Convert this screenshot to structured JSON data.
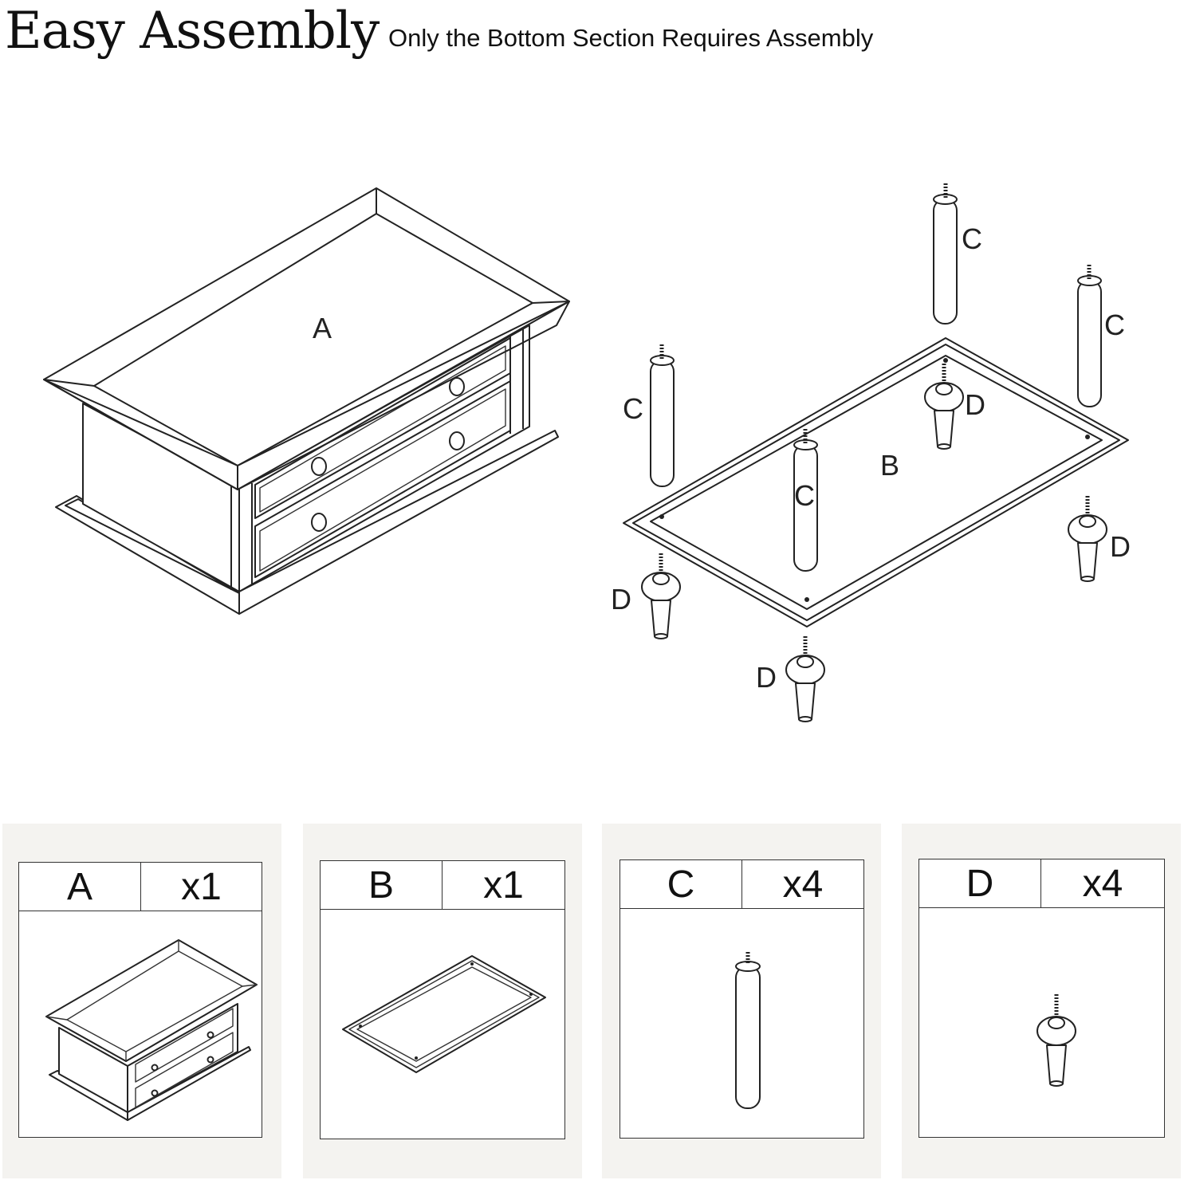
{
  "header": {
    "title": "Easy Assembly",
    "subtitle": "Only the Bottom Section Requires Assembly"
  },
  "diagram": {
    "labels": {
      "a": "A",
      "b": "B",
      "c": "C",
      "d": "D"
    }
  },
  "parts": [
    {
      "letter": "A",
      "qty": "x1",
      "icon": "jewelry-chest-icon"
    },
    {
      "letter": "B",
      "qty": "x1",
      "icon": "base-plate-icon"
    },
    {
      "letter": "C",
      "qty": "x4",
      "icon": "leg-rod-icon"
    },
    {
      "letter": "D",
      "qty": "x4",
      "icon": "tapered-foot-icon"
    }
  ]
}
